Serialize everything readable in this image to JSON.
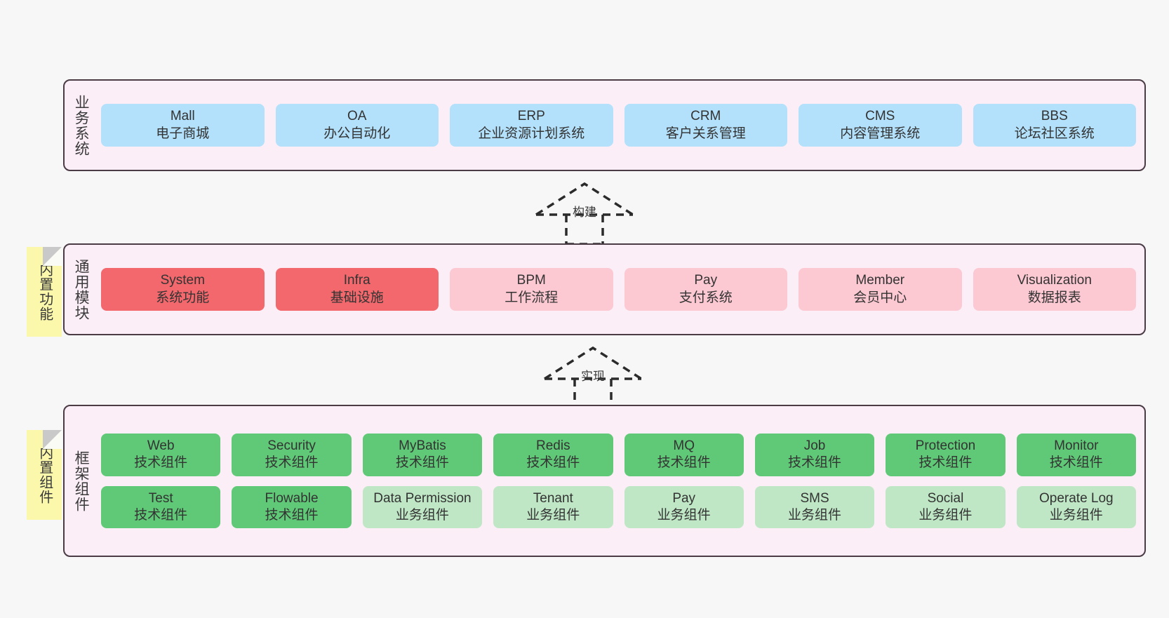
{
  "layers": [
    {
      "id": "business-system",
      "title": "业务系统",
      "rows": [
        {
          "cards": [
            {
              "title": "Mall",
              "subtitle": "电子商城",
              "style": "c-blue"
            },
            {
              "title": "OA",
              "subtitle": "办公自动化",
              "style": "c-blue"
            },
            {
              "title": "ERP",
              "subtitle": "企业资源计划系统",
              "style": "c-blue"
            },
            {
              "title": "CRM",
              "subtitle": "客户关系管理",
              "style": "c-blue"
            },
            {
              "title": "CMS",
              "subtitle": "内容管理系统",
              "style": "c-blue"
            },
            {
              "title": "BBS",
              "subtitle": "论坛社区系统",
              "style": "c-blue"
            }
          ]
        }
      ]
    },
    {
      "id": "common-module",
      "title": "通用模块",
      "rows": [
        {
          "cards": [
            {
              "title": "System",
              "subtitle": "系统功能",
              "style": "c-red"
            },
            {
              "title": "Infra",
              "subtitle": "基础设施",
              "style": "c-red"
            },
            {
              "title": "BPM",
              "subtitle": "工作流程",
              "style": "c-pink"
            },
            {
              "title": "Pay",
              "subtitle": "支付系统",
              "style": "c-pink"
            },
            {
              "title": "Member",
              "subtitle": "会员中心",
              "style": "c-pink"
            },
            {
              "title": "Visualization",
              "subtitle": "数据报表",
              "style": "c-pink"
            }
          ]
        }
      ]
    },
    {
      "id": "framework-component",
      "title": "框架组件",
      "rows": [
        {
          "cards": [
            {
              "title": "Web",
              "subtitle": "技术组件",
              "style": "c-green"
            },
            {
              "title": "Security",
              "subtitle": "技术组件",
              "style": "c-green"
            },
            {
              "title": "MyBatis",
              "subtitle": "技术组件",
              "style": "c-green"
            },
            {
              "title": "Redis",
              "subtitle": "技术组件",
              "style": "c-green"
            },
            {
              "title": "MQ",
              "subtitle": "技术组件",
              "style": "c-green"
            },
            {
              "title": "Job",
              "subtitle": "技术组件",
              "style": "c-green"
            },
            {
              "title": "Protection",
              "subtitle": "技术组件",
              "style": "c-green"
            },
            {
              "title": "Monitor",
              "subtitle": "技术组件",
              "style": "c-green"
            }
          ]
        },
        {
          "cards": [
            {
              "title": "Test",
              "subtitle": "技术组件",
              "style": "c-green"
            },
            {
              "title": "Flowable",
              "subtitle": "技术组件",
              "style": "c-green"
            },
            {
              "title": "Data Permission",
              "subtitle": "业务组件",
              "style": "c-lightgreen"
            },
            {
              "title": "Tenant",
              "subtitle": "业务组件",
              "style": "c-lightgreen"
            },
            {
              "title": "Pay",
              "subtitle": "业务组件",
              "style": "c-lightgreen"
            },
            {
              "title": "SMS",
              "subtitle": "业务组件",
              "style": "c-lightgreen"
            },
            {
              "title": "Social",
              "subtitle": "业务组件",
              "style": "c-lightgreen"
            },
            {
              "title": "Operate Log",
              "subtitle": "业务组件",
              "style": "c-lightgreen"
            }
          ]
        }
      ]
    }
  ],
  "notes": [
    {
      "id": "builtin-function",
      "text": "内置功能"
    },
    {
      "id": "builtin-component",
      "text": "内置组件"
    }
  ],
  "connectors": [
    {
      "id": "build",
      "label": "构建"
    },
    {
      "id": "implement",
      "label": "实现"
    }
  ],
  "colors": {
    "layer_background": "#fbeef7",
    "layer_border": "#4a3b45",
    "business_card": "#b3e0fb",
    "core_module_card": "#f2686c",
    "module_card": "#fcc8d2",
    "tech_component_card": "#60c977",
    "business_component_card": "#bfe7c5",
    "note": "#fcf8ab",
    "connector": "#2b2b2b",
    "canvas": "#f7f7f7"
  }
}
